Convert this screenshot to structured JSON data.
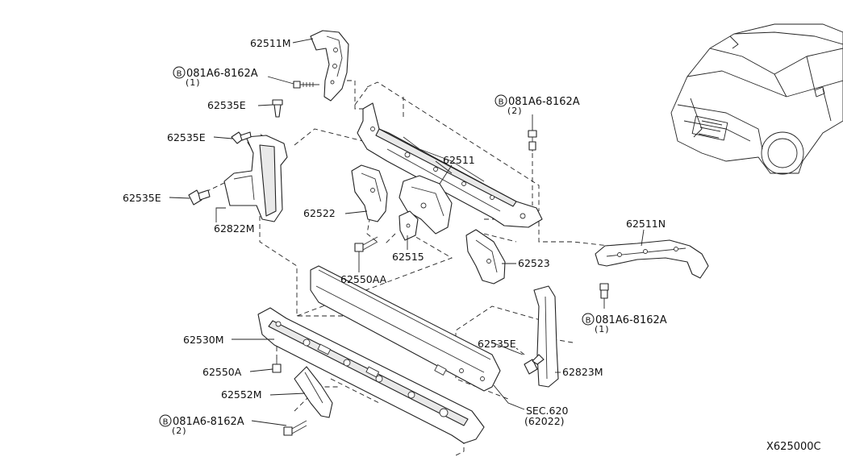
{
  "labels": {
    "p62511M": "62511M",
    "p62511": "62511",
    "p62511N": "62511N",
    "p62535E_a": "62535E",
    "p62535E_b": "62535E",
    "p62535E_c": "62535E",
    "p62535E_d": "62535E",
    "p62822M": "62822M",
    "p62522": "62522",
    "p62515": "62515",
    "p62523": "62523",
    "p62550AA": "62550AA",
    "p62530M": "62530M",
    "p62550A": "62550A",
    "p62552M": "62552M",
    "p62823M": "62823M",
    "sec620": "SEC.620",
    "sec620_ref": "(62022)"
  },
  "bolts": [
    {
      "symbol": "B",
      "code": "081A6-8162A",
      "qty": "(1)"
    },
    {
      "symbol": "B",
      "code": "081A6-8162A",
      "qty": "(2)"
    },
    {
      "symbol": "B",
      "code": "081A6-8162A",
      "qty": "(1)"
    },
    {
      "symbol": "B",
      "code": "081A6-8162A",
      "qty": "(2)"
    }
  ],
  "diagram_code": "X625000C"
}
